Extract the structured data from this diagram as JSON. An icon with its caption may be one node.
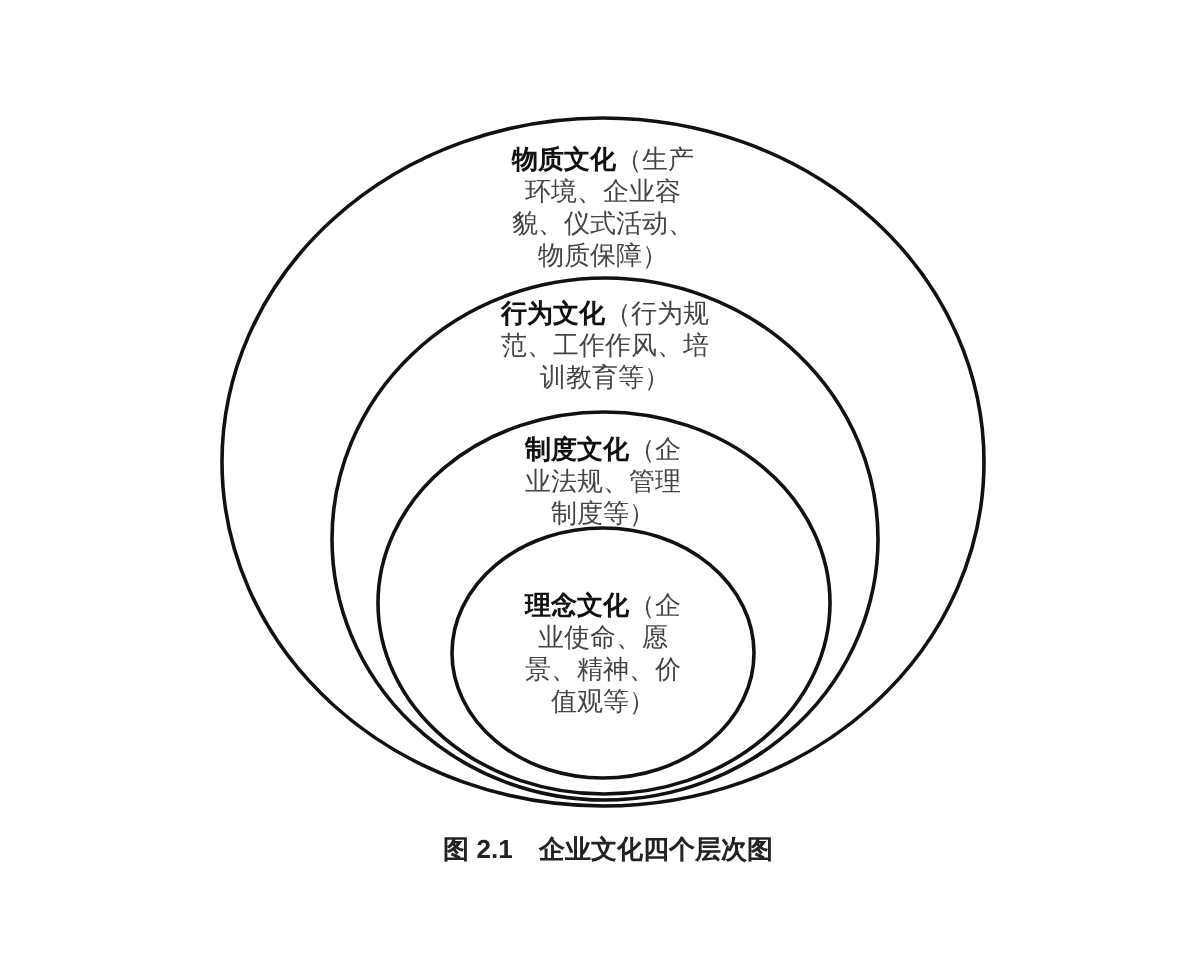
{
  "diagram": {
    "caption": "图 2.1　企业文化四个层次图",
    "nodes": [
      {
        "text": [
          "**物质文化**（生产环境、企业容貌、仪式活动、物质保障）"
        ]
      },
      {
        "text": [
          "**行为文化**（行为规范、工作作风、培训教育等）"
        ],
        "in": 0
      },
      {
        "text": [
          "**制度文化**（企业法规、管理制度等）"
        ],
        "in": 1
      },
      {
        "text": [
          "**理念文化**（企业使命、愿景、精神、价值观等）"
        ],
        "in": 2
      }
    ]
  }
}
